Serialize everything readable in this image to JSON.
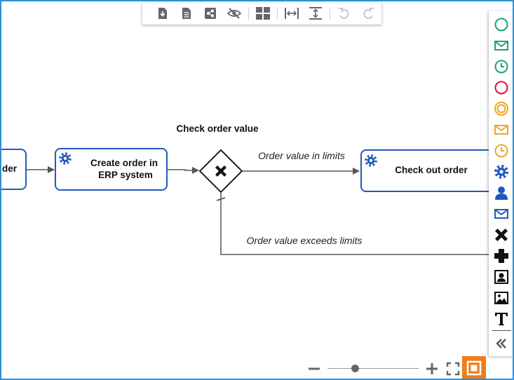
{
  "diagram": {
    "partial_task_label": "der",
    "task_create": {
      "line1": "Create order in",
      "line2": "ERP system"
    },
    "gateway_label": "Check order value",
    "task_checkout": {
      "label": "Check out order"
    },
    "flow_in_limits": "Order value in limits",
    "flow_exceeds": "Order value exceeds limits"
  },
  "toolbar": {
    "buttons": [
      "download-icon",
      "document-icon",
      "share-icon",
      "hide-icon",
      "layout-icon",
      "fit-width-icon",
      "fit-height-icon",
      "undo-icon",
      "redo-icon"
    ]
  },
  "palette": {
    "items": [
      "start-event-icon",
      "message-start-event-icon",
      "timer-start-event-icon",
      "end-event-icon",
      "intermediate-event-icon",
      "message-intermediate-event-icon",
      "timer-intermediate-event-icon",
      "service-task-icon",
      "user-task-icon",
      "message-task-icon",
      "exclusive-gateway-icon",
      "parallel-gateway-icon",
      "contact-card-icon",
      "image-icon",
      "text-icon",
      "collapse-icon"
    ]
  },
  "zoom": {
    "level": 0.3
  },
  "colors": {
    "frame": "#2e8fd6",
    "task_border": "#1f5bbf",
    "green": "#1aa27d",
    "red": "#e0103d",
    "orange": "#f0a71e",
    "blue": "#1f5bbf",
    "active_orange": "#ee7d1b"
  }
}
